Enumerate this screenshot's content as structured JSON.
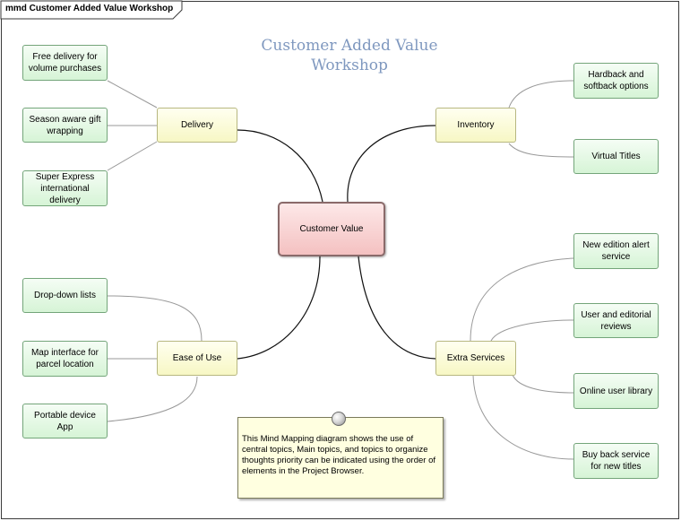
{
  "diagram": {
    "tab_label": "mmd Customer Added Value Workshop",
    "title": "Customer Added Value Workshop",
    "central_topic": "Customer Value",
    "main_topics": {
      "delivery": "Delivery",
      "inventory": "Inventory",
      "ease_of_use": "Ease of Use",
      "extra_services": "Extra Services"
    },
    "topics": {
      "free_delivery": "Free delivery for volume purchases",
      "season_wrapping": "Season aware gift wrapping",
      "super_express": "Super Express international delivery",
      "hardback": "Hardback and softback options",
      "virtual_titles": "Virtual Titles",
      "dropdown_lists": "Drop-down lists",
      "map_interface": "Map interface for parcel location",
      "portable_app": "Portable device App",
      "new_edition": "New edition alert service",
      "user_reviews": "User and editorial reviews",
      "online_library": "Online user library",
      "buy_back": "Buy back service for new titles"
    },
    "note": "This Mind Mapping diagram shows the use of central topics, Main topics, and topics to organize thoughts priority can be indicated using the order of elements in the Project Browser."
  },
  "colors": {
    "title": "#7f98bf",
    "leaf_fill": "#d6f4d6",
    "main_fill": "#f7f7c4",
    "central_fill": "#f4c1c1",
    "note_fill": "#ffffe0"
  }
}
